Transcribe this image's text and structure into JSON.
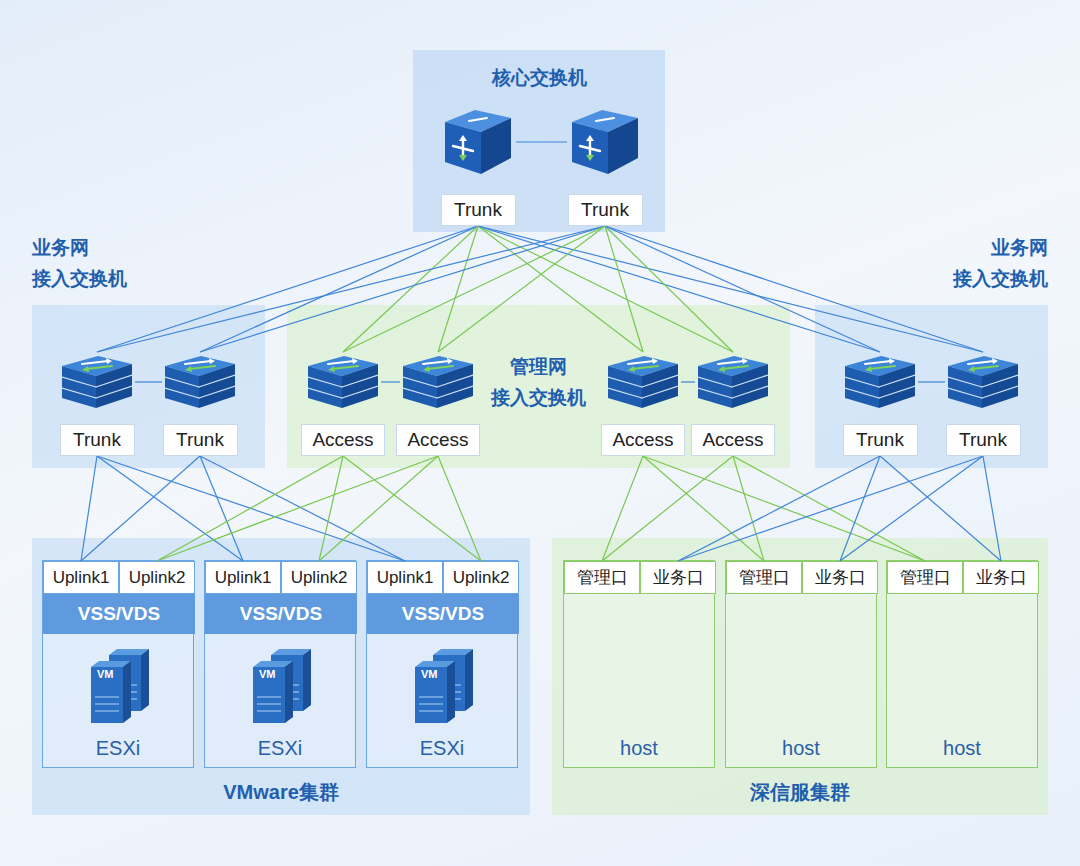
{
  "diagram": {
    "nodes": [
      {
        "text": [
          "核心交换机"
        ]
      },
      {
        "text": [
          "Trunk"
        ],
        "in": 0
      },
      {
        "text": [
          "Trunk"
        ],
        "in": 0
      },
      {
        "text": [
          "业务网 接入交换机"
        ]
      },
      {
        "text": [
          "Trunk"
        ],
        "in": 3
      },
      {
        "text": [
          "Trunk"
        ],
        "in": 3
      },
      {
        "text": [
          "管理网 接入交换机"
        ]
      },
      {
        "text": [
          "Access"
        ],
        "in": 6
      },
      {
        "text": [
          "Access"
        ],
        "in": 6
      },
      {
        "text": [
          "Access"
        ],
        "in": 6
      },
      {
        "text": [
          "Access"
        ],
        "in": 6
      },
      {
        "text": [
          "业务网 接入交换机"
        ]
      },
      {
        "text": [
          "Trunk"
        ],
        "in": 11
      },
      {
        "text": [
          "Trunk"
        ],
        "in": 11
      },
      {
        "text": [
          "VMware集群"
        ]
      },
      {
        "text": [
          "ESXi"
        ],
        "in": 14
      },
      {
        "text": [
          "Uplink1"
        ],
        "in": 15
      },
      {
        "text": [
          "Uplink2"
        ],
        "in": 15
      },
      {
        "text": [
          "VSS/VDS"
        ],
        "in": 15
      },
      {
        "text": [
          "ESXi"
        ],
        "in": 14
      },
      {
        "text": [
          "Uplink1"
        ],
        "in": 19
      },
      {
        "text": [
          "Uplink2"
        ],
        "in": 19
      },
      {
        "text": [
          "VSS/VDS"
        ],
        "in": 19
      },
      {
        "text": [
          "ESXi"
        ],
        "in": 14
      },
      {
        "text": [
          "Uplink1"
        ],
        "in": 23
      },
      {
        "text": [
          "Uplink2"
        ],
        "in": 23
      },
      {
        "text": [
          "VSS/VDS"
        ],
        "in": 23
      },
      {
        "text": [
          "深信服集群"
        ]
      },
      {
        "text": [
          "host"
        ],
        "in": 27
      },
      {
        "text": [
          "管理口"
        ],
        "in": 28
      },
      {
        "text": [
          "业务口"
        ],
        "in": 28
      },
      {
        "text": [
          "host"
        ],
        "in": 27
      },
      {
        "text": [
          "管理口"
        ],
        "in": 31
      },
      {
        "text": [
          "业务口"
        ],
        "in": 31
      },
      {
        "text": [
          "host"
        ],
        "in": 27
      },
      {
        "text": [
          "管理口"
        ],
        "in": 34
      },
      {
        "text": [
          "业务口"
        ],
        "in": 34
      }
    ],
    "edges": [
      {
        "from": 1,
        "to": 2,
        "arrow": "none"
      },
      {
        "from": 4,
        "to": 5,
        "arrow": "none"
      },
      {
        "from": 7,
        "to": 8,
        "arrow": "none"
      },
      {
        "from": 9,
        "to": 10,
        "arrow": "none"
      },
      {
        "from": 12,
        "to": 13,
        "arrow": "none"
      },
      {
        "from": 1,
        "to": 4,
        "arrow": "none"
      },
      {
        "from": 1,
        "to": 5,
        "arrow": "none"
      },
      {
        "from": 1,
        "to": 7,
        "arrow": "none"
      },
      {
        "from": 1,
        "to": 8,
        "arrow": "none"
      },
      {
        "from": 1,
        "to": 9,
        "arrow": "none"
      },
      {
        "from": 1,
        "to": 10,
        "arrow": "none"
      },
      {
        "from": 1,
        "to": 12,
        "arrow": "none"
      },
      {
        "from": 1,
        "to": 13,
        "arrow": "none"
      },
      {
        "from": 2,
        "to": 4,
        "arrow": "none"
      },
      {
        "from": 2,
        "to": 5,
        "arrow": "none"
      },
      {
        "from": 2,
        "to": 7,
        "arrow": "none"
      },
      {
        "from": 2,
        "to": 8,
        "arrow": "none"
      },
      {
        "from": 2,
        "to": 9,
        "arrow": "none"
      },
      {
        "from": 2,
        "to": 10,
        "arrow": "none"
      },
      {
        "from": 2,
        "to": 12,
        "arrow": "none"
      },
      {
        "from": 2,
        "to": 13,
        "arrow": "none"
      },
      {
        "from": 4,
        "to": 16,
        "arrow": "none"
      },
      {
        "from": 4,
        "to": 20,
        "arrow": "none"
      },
      {
        "from": 4,
        "to": 24,
        "arrow": "none"
      },
      {
        "from": 5,
        "to": 16,
        "arrow": "none"
      },
      {
        "from": 5,
        "to": 20,
        "arrow": "none"
      },
      {
        "from": 5,
        "to": 24,
        "arrow": "none"
      },
      {
        "from": 7,
        "to": 17,
        "arrow": "none"
      },
      {
        "from": 7,
        "to": 21,
        "arrow": "none"
      },
      {
        "from": 7,
        "to": 25,
        "arrow": "none"
      },
      {
        "from": 8,
        "to": 17,
        "arrow": "none"
      },
      {
        "from": 8,
        "to": 21,
        "arrow": "none"
      },
      {
        "from": 8,
        "to": 25,
        "arrow": "none"
      },
      {
        "from": 9,
        "to": 29,
        "arrow": "none"
      },
      {
        "from": 9,
        "to": 32,
        "arrow": "none"
      },
      {
        "from": 9,
        "to": 35,
        "arrow": "none"
      },
      {
        "from": 10,
        "to": 29,
        "arrow": "none"
      },
      {
        "from": 10,
        "to": 32,
        "arrow": "none"
      },
      {
        "from": 10,
        "to": 35,
        "arrow": "none"
      },
      {
        "from": 12,
        "to": 30,
        "arrow": "none"
      },
      {
        "from": 12,
        "to": 33,
        "arrow": "none"
      },
      {
        "from": 12,
        "to": 36,
        "arrow": "none"
      },
      {
        "from": 13,
        "to": 30,
        "arrow": "none"
      },
      {
        "from": 13,
        "to": 33,
        "arrow": "none"
      },
      {
        "from": 13,
        "to": 36,
        "arrow": "none"
      }
    ],
    "labels": [
      "VM",
      "VM",
      "VM"
    ]
  }
}
